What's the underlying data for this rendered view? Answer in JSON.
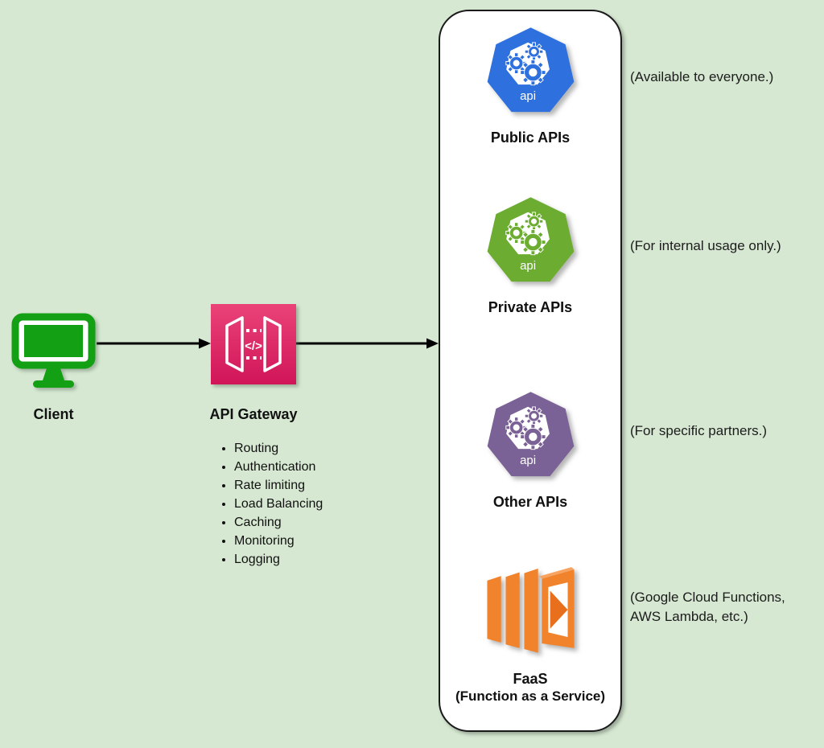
{
  "colors": {
    "background": "#D6E8D2",
    "arrow": "#000000",
    "client_green": "#14A014",
    "gateway_pink_top": "#EA4378",
    "gateway_pink_bottom": "#D01558",
    "panel_background": "#FFFFFF",
    "panel_border": "#1A1A1A"
  },
  "client": {
    "label": "Client"
  },
  "gateway": {
    "label": "API Gateway",
    "code_glyph": "</>",
    "features": [
      "Routing",
      "Authentication",
      "Rate limiting",
      "Load Balancing",
      "Caching",
      "Monitoring",
      "Logging"
    ]
  },
  "panel": {
    "api_badge": "api",
    "items": [
      {
        "label": "Public APIs",
        "annotation": "(Available to everyone.)",
        "color": "#2E70DD"
      },
      {
        "label": "Private APIs",
        "annotation": "(For internal usage only.)",
        "color": "#6CAD31"
      },
      {
        "label": "Other APIs",
        "annotation": "(For specific partners.)",
        "color": "#7B6296"
      },
      {
        "label": "FaaS",
        "label2": "(Function as a Service)",
        "annotation": "(Google Cloud Functions,\nAWS Lambda, etc.)",
        "color": "#F1832D",
        "color_accent": "#E8701D",
        "color_light": "#F8A360"
      }
    ]
  }
}
